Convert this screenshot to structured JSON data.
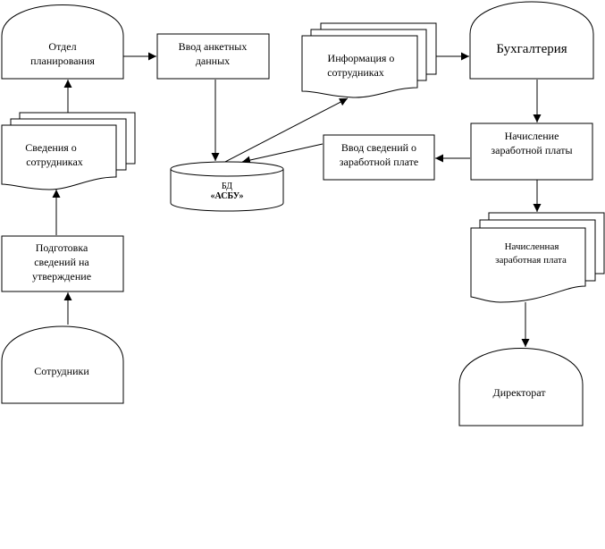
{
  "diagram": {
    "type": "data-flow",
    "nodes": {
      "planning_dept": {
        "shape": "terminal",
        "lines": [
          "Отдел",
          "планирования"
        ]
      },
      "input_form_data": {
        "shape": "process",
        "lines": [
          "Ввод анкетных",
          "данных"
        ]
      },
      "employee_info": {
        "shape": "multi-document",
        "lines": [
          "Информация о",
          "сотрудниках"
        ]
      },
      "accounting": {
        "shape": "terminal",
        "lines": [
          "Бухгалтерия"
        ]
      },
      "employee_details": {
        "shape": "multi-document",
        "lines": [
          "Сведения о",
          "сотрудниках"
        ]
      },
      "database": {
        "shape": "database",
        "lines": [
          "БД",
          "«АСБУ»"
        ]
      },
      "input_salary_info": {
        "shape": "process",
        "lines": [
          "Ввод сведений о",
          "заработной плате"
        ]
      },
      "payroll_calc": {
        "shape": "process",
        "lines": [
          "Начисление",
          "заработной платы"
        ]
      },
      "prepare_approval": {
        "shape": "process",
        "lines": [
          "Подготовка",
          "сведений на",
          "утверждение"
        ]
      },
      "accrued_salary": {
        "shape": "multi-document",
        "lines": [
          "Начисленная",
          "заработная плата"
        ]
      },
      "employees": {
        "shape": "terminal",
        "lines": [
          "Сотрудники"
        ]
      },
      "directorate": {
        "shape": "terminal",
        "lines": [
          "Директорат"
        ]
      }
    },
    "edges": [
      {
        "from": "employees",
        "to": "prepare_approval"
      },
      {
        "from": "prepare_approval",
        "to": "employee_details"
      },
      {
        "from": "employee_details",
        "to": "planning_dept"
      },
      {
        "from": "planning_dept",
        "to": "input_form_data"
      },
      {
        "from": "input_form_data",
        "to": "database"
      },
      {
        "from": "database",
        "to": "employee_info"
      },
      {
        "from": "employee_info",
        "to": "accounting"
      },
      {
        "from": "accounting",
        "to": "payroll_calc"
      },
      {
        "from": "payroll_calc",
        "to": "input_salary_info"
      },
      {
        "from": "input_salary_info",
        "to": "database"
      },
      {
        "from": "payroll_calc",
        "to": "accrued_salary"
      },
      {
        "from": "accrued_salary",
        "to": "directorate"
      }
    ]
  }
}
